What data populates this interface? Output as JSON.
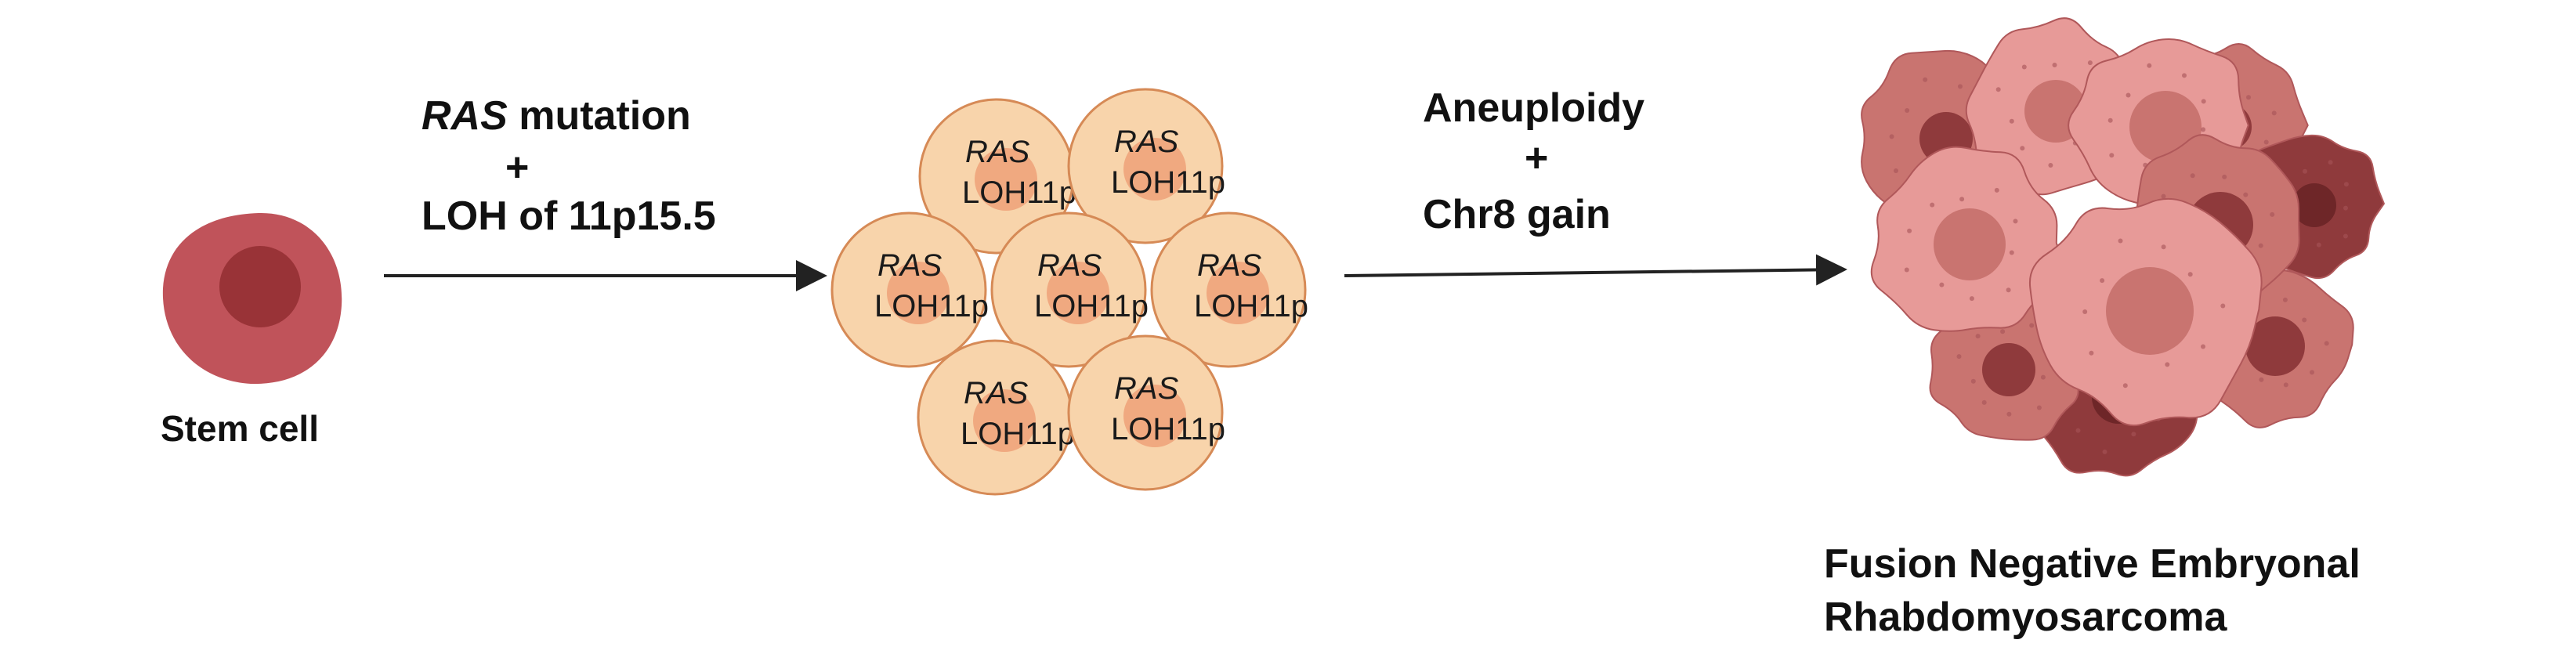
{
  "stem_cell": {
    "label": "Stem cell"
  },
  "step1": {
    "gene": "RAS",
    "gene_suffix": " mutation",
    "plus": "+",
    "line2": "LOH of 11p15.5"
  },
  "clone_cells": [
    {
      "gene": "RAS",
      "loh": "LOH11p"
    },
    {
      "gene": "RAS",
      "loh": "LOH11p"
    },
    {
      "gene": "RAS",
      "loh": "LOH11p"
    },
    {
      "gene": "RAS",
      "loh": "LOH11p"
    },
    {
      "gene": "RAS",
      "loh": "LOH11p"
    },
    {
      "gene": "RAS",
      "loh": "LOH11p"
    },
    {
      "gene": "RAS",
      "loh": "LOH11p"
    }
  ],
  "step2": {
    "line1": "Aneuploidy",
    "plus": "+",
    "line2": "Chr8 gain"
  },
  "tumor": {
    "label_line1": "Fusion Negative Embryonal",
    "label_line2": "Rhabdomyosarcoma"
  },
  "colors": {
    "stem_outer": "#c0535a",
    "stem_inner": "#993337",
    "clone_fill": "#f8d4ab",
    "clone_stroke": "#d68a56",
    "clone_nucleus": "#f0a980",
    "tumor_light": "#e79a98",
    "tumor_mid": "#c97470",
    "tumor_dark": "#8f3a3c"
  }
}
